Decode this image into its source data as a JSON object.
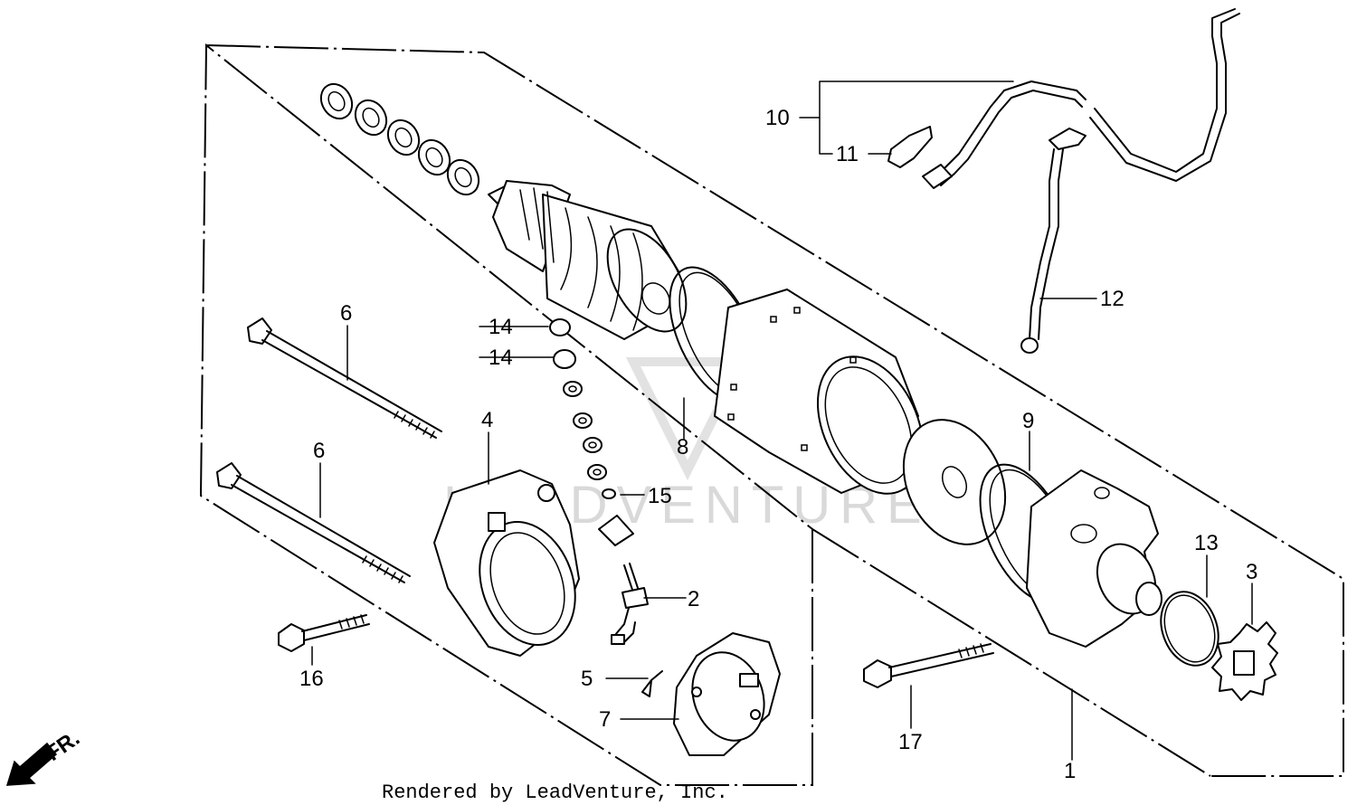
{
  "watermark": "LEADVENTURE",
  "credit": "Rendered by LeadVenture, Inc.",
  "direction_label": "FR.",
  "callouts": {
    "c1": "1",
    "c2": "2",
    "c3": "3",
    "c4": "4",
    "c5": "5",
    "c6a": "6",
    "c6b": "6",
    "c7": "7",
    "c8": "8",
    "c9": "9",
    "c10": "10",
    "c11": "11",
    "c12": "12",
    "c13": "13",
    "c14a": "14",
    "c14b": "14",
    "c15": "15",
    "c16": "16",
    "c17": "17"
  }
}
